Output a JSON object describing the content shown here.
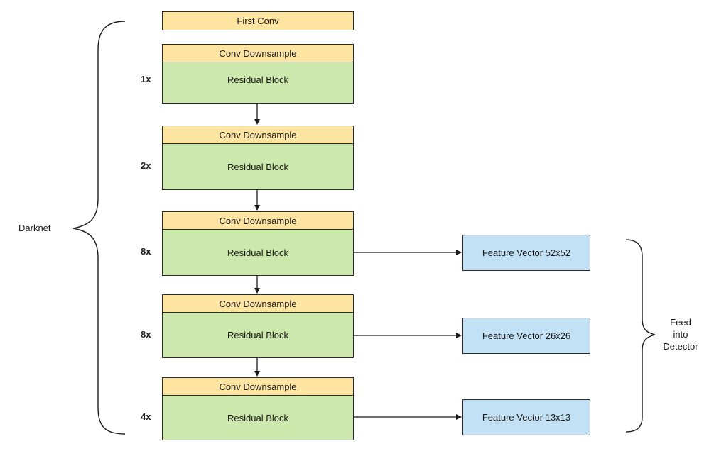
{
  "first_conv": "First Conv",
  "stages": [
    {
      "downsample": "Conv Downsample",
      "residual": "Residual Block",
      "multiplier": "1x"
    },
    {
      "downsample": "Conv Downsample",
      "residual": "Residual Block",
      "multiplier": "2x"
    },
    {
      "downsample": "Conv Downsample",
      "residual": "Residual Block",
      "multiplier": "8x"
    },
    {
      "downsample": "Conv Downsample",
      "residual": "Residual Block",
      "multiplier": "8x"
    },
    {
      "downsample": "Conv Downsample",
      "residual": "Residual Block",
      "multiplier": "4x"
    }
  ],
  "feature_vectors": [
    "Feature Vector 52x52",
    "Feature Vector 26x26",
    "Feature Vector 13x13"
  ],
  "left_brace_label": "Darknet",
  "right_brace_label": [
    "Feed",
    "into",
    "Detector"
  ],
  "colors": {
    "yellow": "#fde4a0",
    "green": "#cde8ad",
    "blue": "#c3e1f5",
    "stroke": "#2b2b2b"
  }
}
